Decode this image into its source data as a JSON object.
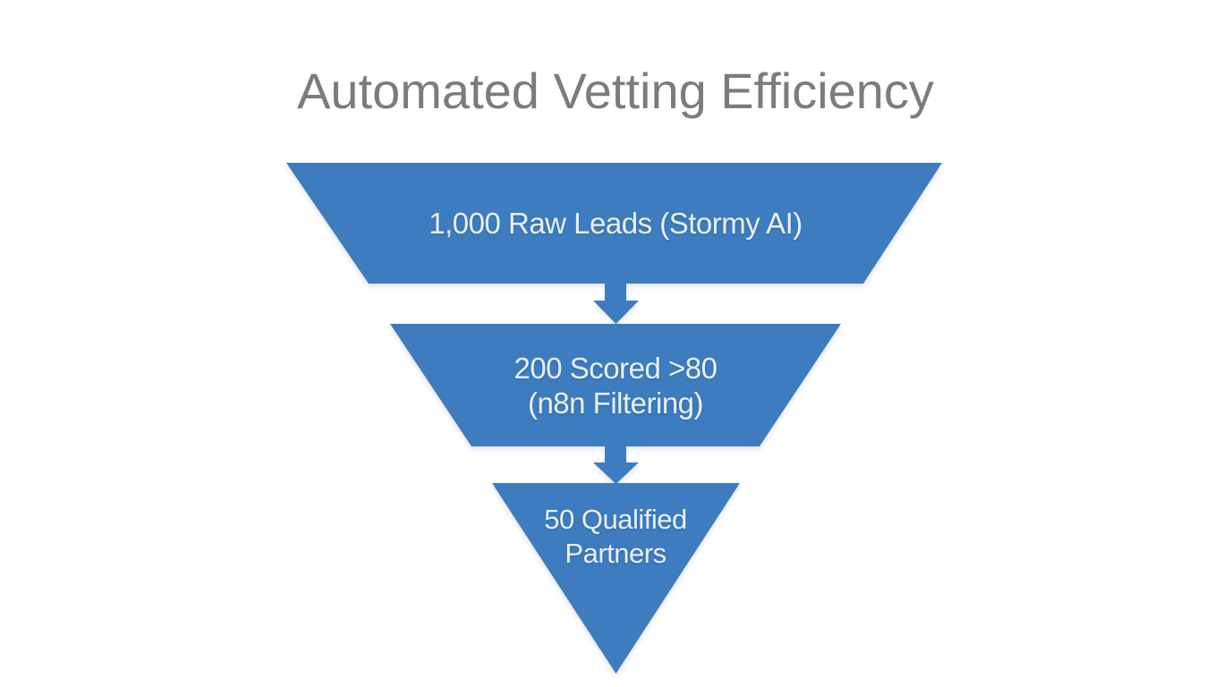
{
  "title": "Automated Vetting Efficiency",
  "colors": {
    "funnel_blue": "#3d7cbf",
    "title_gray": "#7c7c7c",
    "stage_text": "#e9f0f8",
    "background": "#ffffff"
  },
  "chart_data": {
    "type": "funnel",
    "title": "Automated Vetting Efficiency",
    "direction": "top-down",
    "connector": "down-arrow",
    "stages": [
      {
        "value": 1000,
        "lines": [
          "1,000 Raw Leads (Stormy AI)"
        ]
      },
      {
        "value": 200,
        "lines": [
          "200 Scored >80",
          "(n8n Filtering)"
        ]
      },
      {
        "value": 50,
        "lines": [
          "50 Qualified",
          "Partners"
        ]
      }
    ]
  }
}
